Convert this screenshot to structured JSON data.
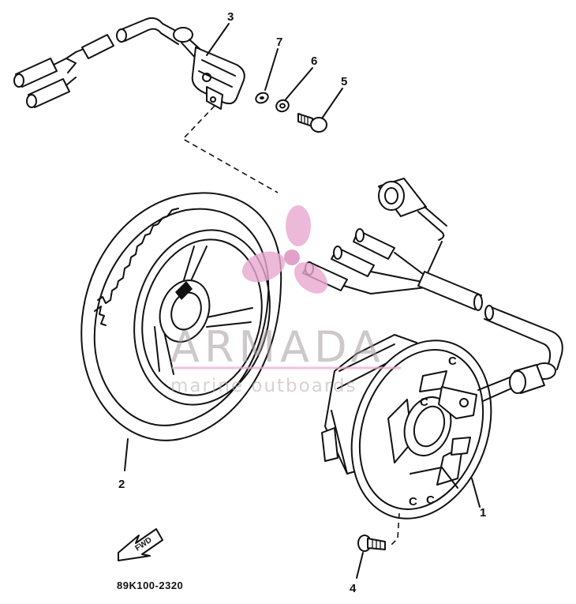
{
  "diagram": {
    "callouts": [
      {
        "id": "1",
        "text": "1"
      },
      {
        "id": "2",
        "text": "2"
      },
      {
        "id": "3",
        "text": "3"
      },
      {
        "id": "4",
        "text": "4"
      },
      {
        "id": "5",
        "text": "5"
      },
      {
        "id": "6",
        "text": "6"
      },
      {
        "id": "7",
        "text": "7"
      }
    ],
    "stator_marks": [
      "C",
      "C",
      "C",
      "C"
    ],
    "forward_arrow_label": "FWD",
    "drawing_code": "89K100-2320"
  },
  "watermark": {
    "name": "ARMADA",
    "tagline": "marine outboards",
    "accent_color": "#e9a8cf"
  },
  "colors": {
    "ink": "#111111",
    "background": "#ffffff"
  }
}
